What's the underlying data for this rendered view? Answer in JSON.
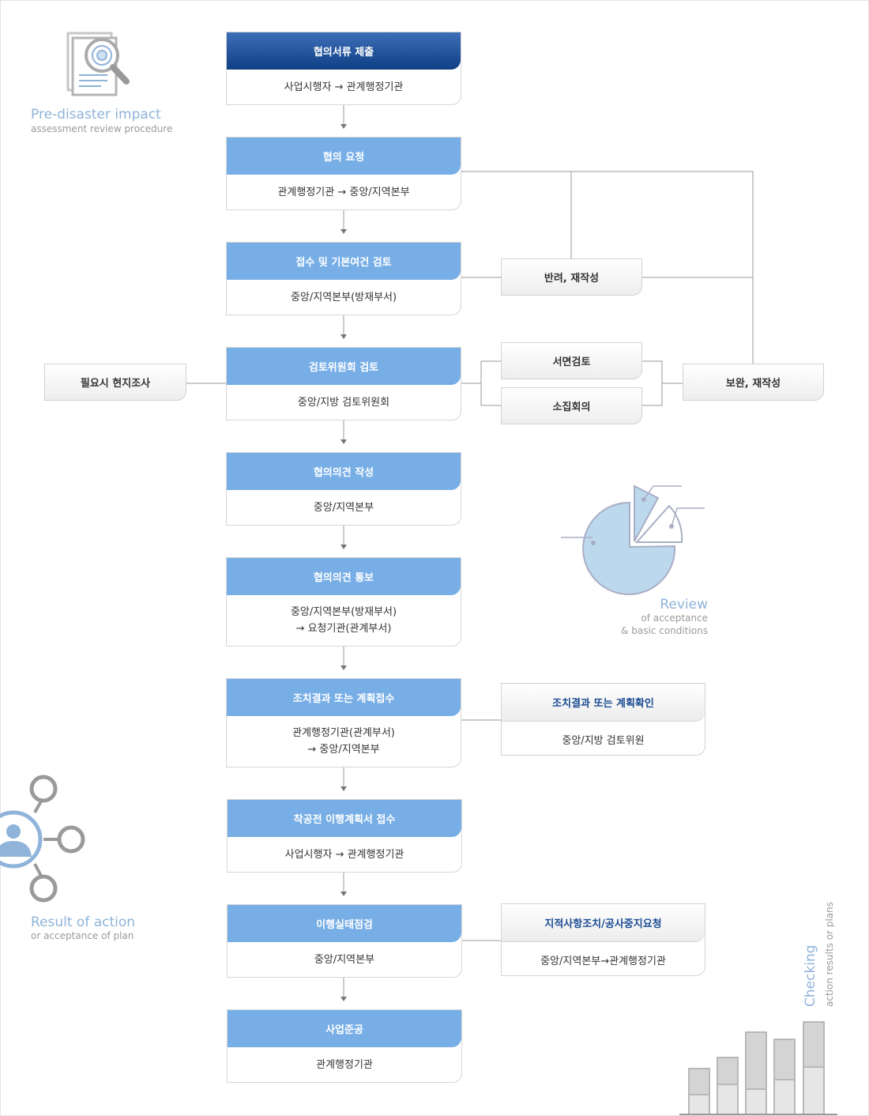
{
  "steps": [
    {
      "title": "협의서류 제출",
      "body": [
        "사업시행자 → 관계행정기관"
      ]
    },
    {
      "title": "협의 요청",
      "body": [
        "관계행정기관 → 중앙/지역본부"
      ]
    },
    {
      "title": "접수 및 기본여건 검토",
      "body": [
        "중앙/지역본부(방재부서)"
      ]
    },
    {
      "title": "검토위원회 검토",
      "body": [
        "중앙/지방 검토위원회"
      ]
    },
    {
      "title": "협의의견 작성",
      "body": [
        "중앙/지역본부"
      ]
    },
    {
      "title": "협의의견 통보",
      "body": [
        "중앙/지역본부(방재부서)",
        "→ 요청기관(관계부서)"
      ]
    },
    {
      "title": "조치결과 또는 계획접수",
      "body": [
        "관계행정기관(관계부서)",
        "→ 중앙/지역본부"
      ]
    },
    {
      "title": "착공전 이행계획서 접수",
      "body": [
        "사업시행자 → 관계행정기관"
      ]
    },
    {
      "title": "이행실태점검",
      "body": [
        "중앙/지역본부"
      ]
    },
    {
      "title": "사업준공",
      "body": [
        "관계행정기관"
      ]
    }
  ],
  "side_boxes": {
    "reject": "반려, 재작성",
    "field_survey": "필요시 현지조사",
    "written_review": "서면검토",
    "meeting": "소집회의",
    "supplement": "보완, 재작성"
  },
  "check_boxes": [
    {
      "title": "조치결과 또는 계획확인",
      "body": "중앙/지방 검토위원"
    },
    {
      "title": "지적사항조치/공사중지요청",
      "body": "중앙/지역본부→관계행정기관"
    }
  ],
  "decor": {
    "pre_title": "Pre-disaster impact",
    "pre_sub": "assessment review procedure",
    "review_title": "Review",
    "review_sub1": "of acceptance",
    "review_sub2": "& basic conditions",
    "result_title": "Result of action",
    "result_sub": "or acceptance of plan",
    "checking_title": "Checking",
    "checking_sub": "action results or plans"
  },
  "colors": {
    "step_header": "#77aee6",
    "step_header_first": "#0f3f85",
    "check_title": "#1b4c93",
    "decor_title": "#8fb3d9"
  }
}
